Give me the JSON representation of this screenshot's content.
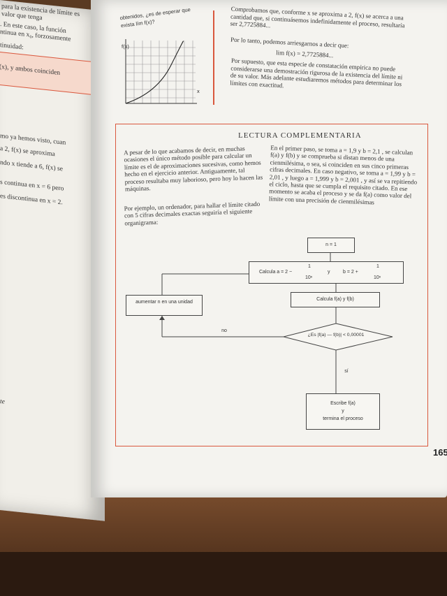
{
  "left_page": {
    "lines": [
      "para la existencia de límite es",
      "valor que tenga",
      ". En este caso, la función",
      "ntinua en x₀, forzosamente",
      "tinuidad:",
      "(x), y ambos coinciden",
      "mo ya hemos visto, cuan",
      "a 2, f(x) se aproxima",
      "ndo x tiende a 6, f(x) se",
      "s continua en x = 6 pero",
      "es discontinua en x = 2.",
      "te"
    ]
  },
  "top_left_column": {
    "question": "obtenidos, ¿es de esperar que exista lím f(x)?",
    "axis_y": "f(x)",
    "axis_x": "x"
  },
  "top_right_column": {
    "paragraph1": "Comprobamos que, conforme x se aproxima a 2, f(x) se acerca a una cantidad que, si continuásemos indefinidamente el proceso, resultaría ser 2,7725884...",
    "paragraph2": "Por lo tanto, podemos arriesgarnos a decir que:",
    "formula": "lim f(x) = 2,7725884...",
    "paragraph3": "Por supuesto, que esta especie de constatación empírica no puede considerarse una demostración rigurosa de la existencia del límite ni de su valor. Más adelante estudiaremos métodos para determinar los límites con exactitud."
  },
  "section": {
    "title": "LECTURA COMPLEMENTARIA",
    "left_col_1": "A pesar de lo que acabamos de decir, en muchas ocasiones el único método posible para calcular un límite es el de aproximaciones sucesivas, como hemos hecho en el ejercicio anterior. Antiguamente, tal proceso resultaba muy laborioso, pero hoy lo hacen las máquinas.",
    "left_col_2": "Por ejemplo, un ordenador, para hallar el límite citado con 5 cifras decimales exactas seguiría el siguiente organigrama:",
    "right_col": "En el primer paso, se toma a = 1,9 y b = 2,1 , se calculan f(a) y f(b) y se comprueba si distan menos de una cienmilésima, o sea, si coinciden en sus cinco primeras cifras decimales. En caso negativo, se toma a = 1,99 y b = 2,01 , y luego a = 1,999 y b = 2,001 , y así se va repitiendo el ciclo, hasta que se cumpla el requisito citado. En ese momento se acaba el proceso y se da f(a) como valor del límite con una precisión de cienmilésimas"
  },
  "flowchart": {
    "start": "n = 1",
    "calc_ab": "Calcula  a = 2 − 1/10ⁿ   y   b = 2 + 1/10ⁿ",
    "calc_ab_left": "Calcula  a = 2 −",
    "calc_ab_frac_num": "1",
    "calc_ab_frac_den": "10ⁿ",
    "calc_ab_mid": "y",
    "calc_ab_right": "b = 2 +",
    "calc_f": "Calcula  f(a)  y  f(b)",
    "increment": "aumentar n en una unidad",
    "decision": "¿Es  |f(a) — f(b)| < 0,00001",
    "label_no": "no",
    "label_si": "sí",
    "end_line1": "Escribe f(a)",
    "end_line2": "y",
    "end_line3": "termina el proceso"
  },
  "page_number": "165",
  "colors": {
    "accent": "#d9573d",
    "paper": "#f4f3ef"
  }
}
